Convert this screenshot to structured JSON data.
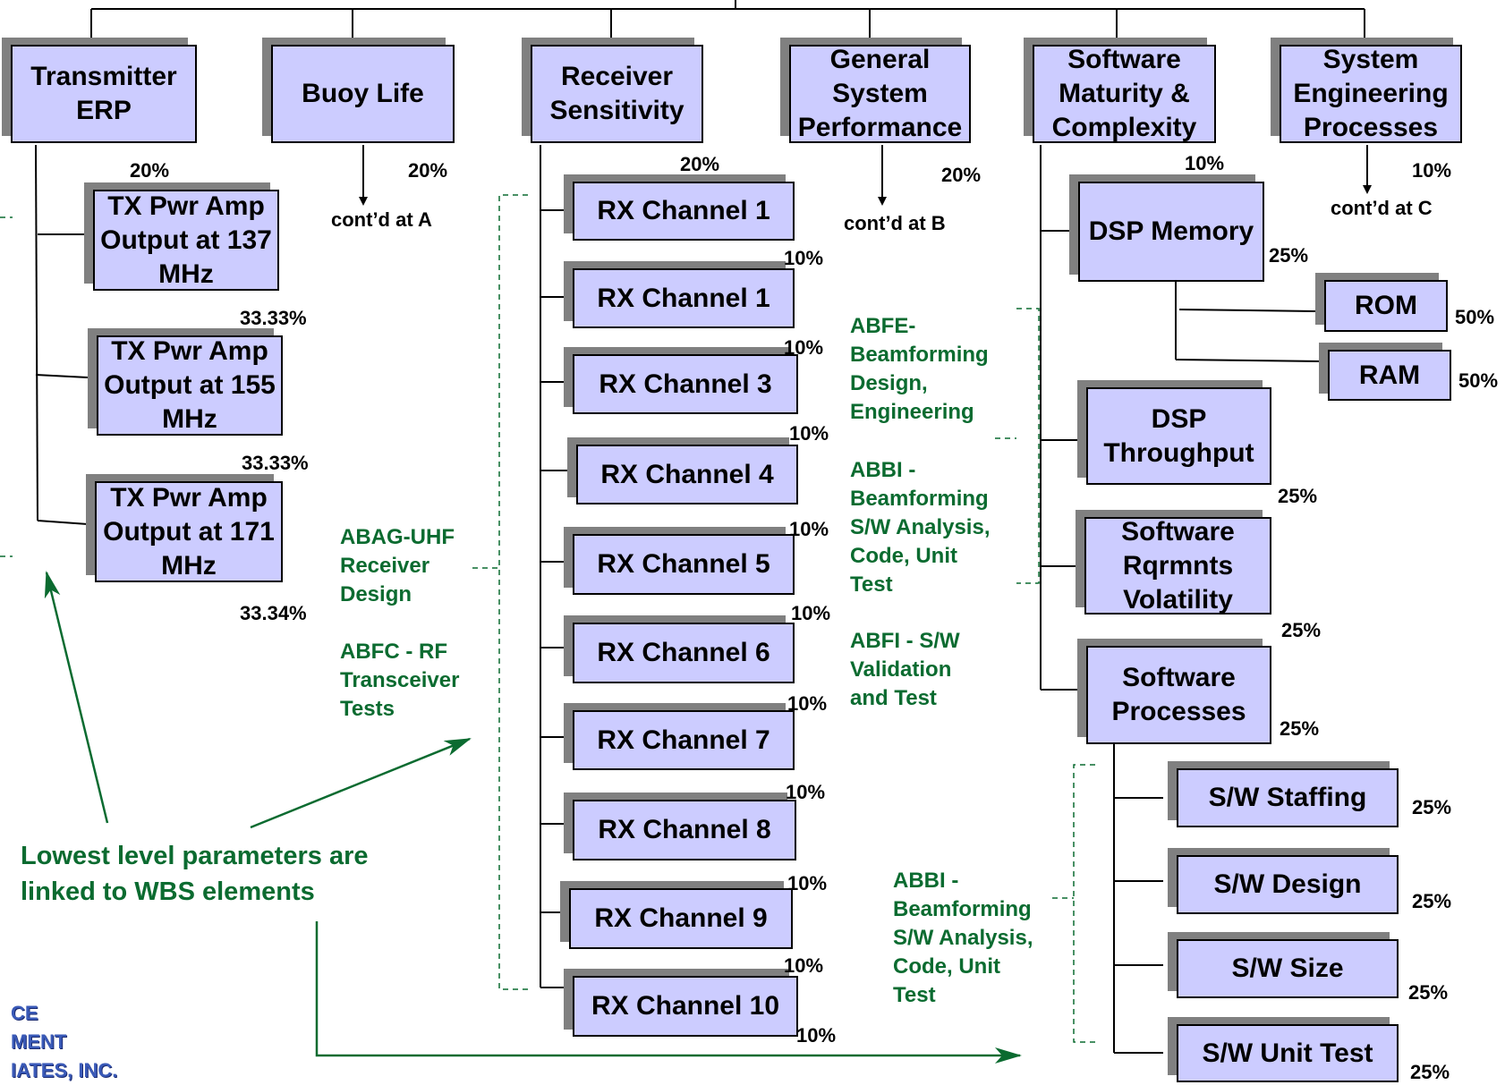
{
  "nodes": {
    "transmitter_erp": "Transmitter\nERP",
    "buoy_life": "Buoy Life",
    "receiver_sensitivity": "Receiver\nSensitivity",
    "general_system_performance": "General\nSystem\nPerformance",
    "software_maturity": "Software\nMaturity &\nComplexity",
    "system_engineering": "System\nEngineering\nProcesses",
    "tx_137": "TX Pwr Amp\nOutput at 137\nMHz",
    "tx_155": "TX Pwr Amp\nOutput at 155\nMHz",
    "tx_171": "TX Pwr Amp\nOutput at 171\nMHz",
    "rx_1a": "RX Channel 1",
    "rx_1b": "RX Channel 1",
    "rx_3": "RX Channel 3",
    "rx_4": "RX Channel 4",
    "rx_5": "RX Channel 5",
    "rx_6": "RX Channel 6",
    "rx_7": "RX Channel 7",
    "rx_8": "RX Channel 8",
    "rx_9": "RX Channel 9",
    "rx_10": "RX Channel 10",
    "dsp_memory": "DSP Memory",
    "rom": "ROM",
    "ram": "RAM",
    "dsp_throughput": "DSP\nThroughput",
    "sw_rqmnts": "Software\nRqrmnts\nVolatility",
    "sw_processes": "Software\nProcesses",
    "sw_staffing": "S/W Staffing",
    "sw_design": "S/W Design",
    "sw_size": "S/W Size",
    "sw_unit_test": "S/W Unit Test"
  },
  "weights": {
    "transmitter_erp": "20%",
    "buoy_life": "20%",
    "receiver_sensitivity": "20%",
    "general_system_performance": "20%",
    "software_maturity": "10%",
    "system_engineering": "10%",
    "tx_137": "33.33%",
    "tx_155": "33.33%",
    "tx_171": "33.34%",
    "rx_1a": "10%",
    "rx_1b": "10%",
    "rx_3": "10%",
    "rx_4": "10%",
    "rx_5": "10%",
    "rx_6": "10%",
    "rx_7": "10%",
    "rx_8": "10%",
    "rx_9": "10%",
    "rx_10": "10%",
    "dsp_memory": "25%",
    "rom": "50%",
    "ram": "50%",
    "dsp_throughput": "25%",
    "sw_rqmnts": "25%",
    "sw_processes": "25%",
    "sw_staffing": "25%",
    "sw_design": "25%",
    "sw_size": "25%",
    "sw_unit_test": "25%"
  },
  "continuations": {
    "a": "cont’d  at A",
    "b": "cont’d  at B",
    "c": "cont’d  at C"
  },
  "wbs_labels": {
    "abag": "ABAG-UHF\nReceiver\nDesign",
    "abfc": "ABFC - RF\nTransceiver\nTests",
    "abfe": "ABFE-\nBeamforming\nDesign,\nEngineering",
    "abbi_1": "ABBI -\nBeamforming\nS/W Analysis,\nCode, Unit\nTest",
    "abfi": "ABFI - S/W\nValidation\nand Test",
    "abbi_2": "ABBI -\nBeamforming\nS/W Analysis,\nCode, Unit\nTest"
  },
  "callout": "Lowest level parameters are\nlinked to WBS elements",
  "logo": "CE\nMENT\nIATES, INC.",
  "colors": {
    "box_fill": "#ccccff",
    "shadow": "#808080",
    "wbs_green": "#0b6b30",
    "logo_blue": "#3a5ab8"
  }
}
